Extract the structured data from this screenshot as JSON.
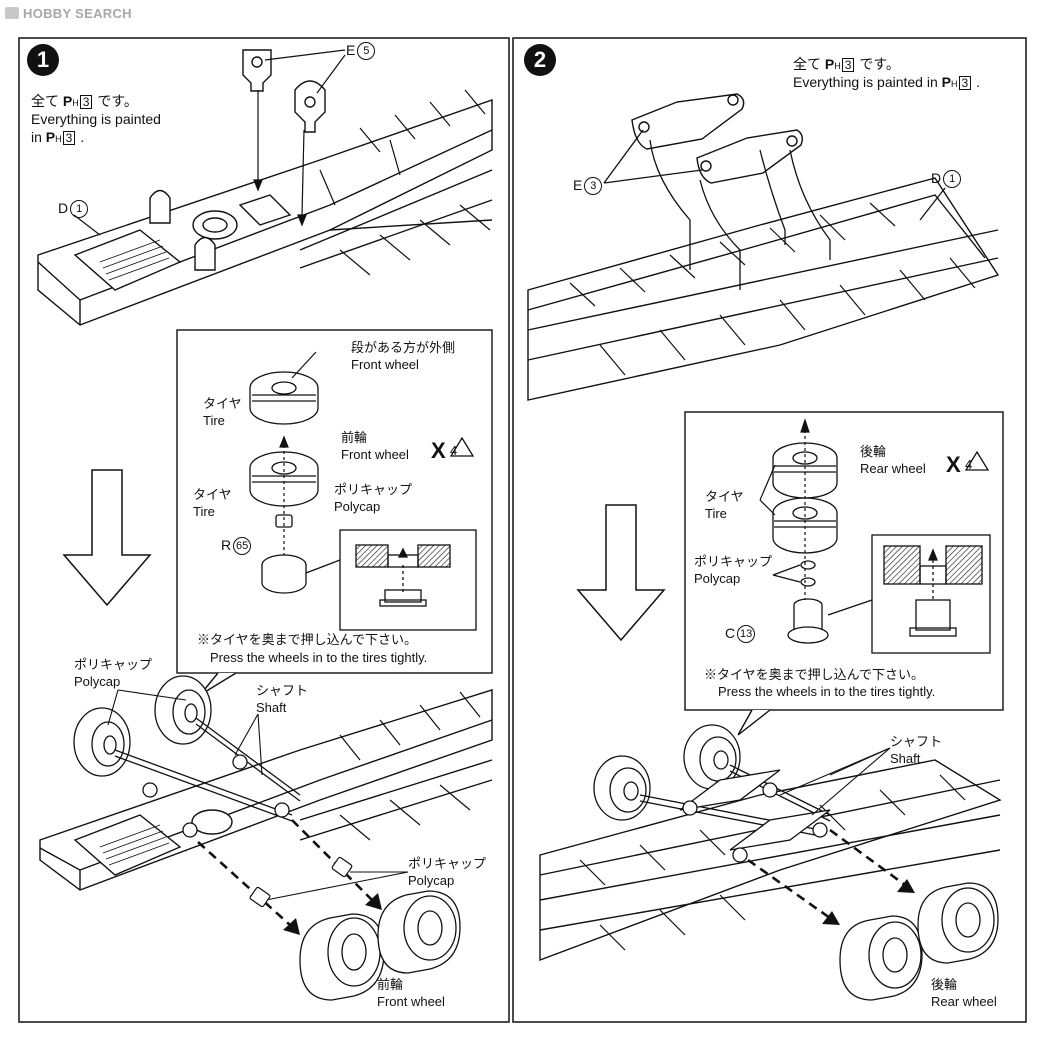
{
  "brand": {
    "name": "HOBBY SEARCH"
  },
  "step1": {
    "number": "1",
    "paint_jp": "全て",
    "paint_jp_tail": "です。",
    "paint_en_1": "Everything is painted",
    "paint_en_2": "in",
    "paint_code": "P",
    "paint_code_sub": "H",
    "paint_num": "3",
    "part_e": "E",
    "part_e_num": "5",
    "part_d": "D",
    "part_d_num": "1",
    "inset": {
      "note_jp": "段がある方が外側",
      "note_en": "Front wheel",
      "tire_jp_1": "タイヤ",
      "tire_en_1": "Tire",
      "front_jp": "前輪",
      "front_en": "Front wheel",
      "qty": "X",
      "qty_num": "4",
      "tire_jp_2": "タイヤ",
      "tire_en_2": "Tire",
      "polycap_jp": "ポリキャップ",
      "polycap_en": "Polycap",
      "part_r": "R",
      "part_r_num": "65",
      "press_jp": "※タイヤを奥まで押し込んで下さい。",
      "press_en": "Press the wheels in to the tires tightly."
    },
    "lower": {
      "polycap_jp": "ポリキャップ",
      "polycap_en": "Polycap",
      "shaft_jp": "シャフト",
      "shaft_en": "Shaft",
      "polycap2_jp": "ポリキャップ",
      "polycap2_en": "Polycap",
      "front_jp": "前輪",
      "front_en": "Front wheel"
    }
  },
  "step2": {
    "number": "2",
    "paint_jp": "全て",
    "paint_jp_tail": "です。",
    "paint_en": "Everything is painted in",
    "paint_code": "P",
    "paint_code_sub": "H",
    "paint_num": "3",
    "part_e": "E",
    "part_e_num": "3",
    "part_d": "D",
    "part_d_num": "1",
    "inset": {
      "rear_jp": "後輪",
      "rear_en": "Rear wheel",
      "qty": "X",
      "qty_num": "4",
      "tire_jp": "タイヤ",
      "tire_en": "Tire",
      "polycap_jp": "ポリキャップ",
      "polycap_en": "Polycap",
      "part_c": "C",
      "part_c_num": "13",
      "press_jp": "※タイヤを奥まで押し込んで下さい。",
      "press_en": "Press the wheels in to the tires tightly."
    },
    "lower": {
      "shaft_jp": "シャフト",
      "shaft_en": "Shaft",
      "rear_jp": "後輪",
      "rear_en": "Rear wheel"
    }
  }
}
